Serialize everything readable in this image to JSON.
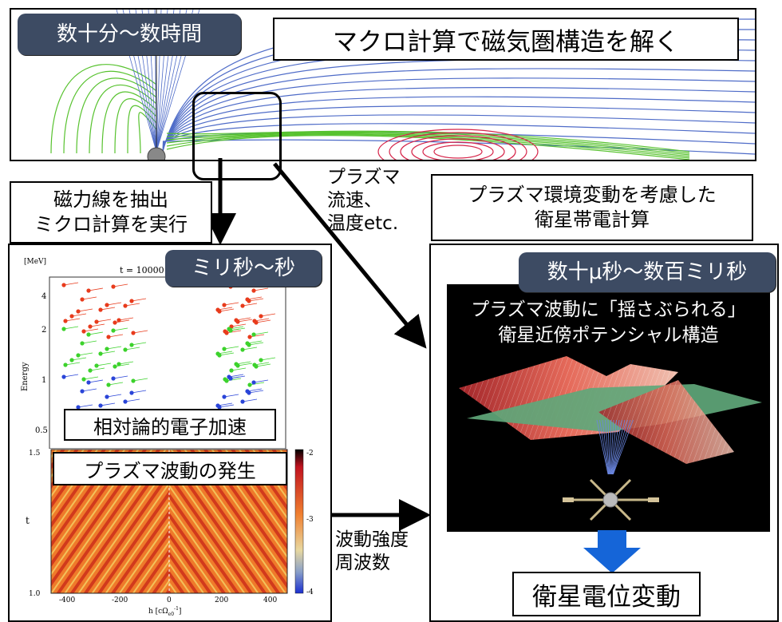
{
  "top": {
    "badge": "数十分〜数時間",
    "title": "マクロ計算で磁気圏構造を解く"
  },
  "left": {
    "extract_line1": "磁力線を抽出",
    "extract_line2": "ミクロ計算を実行",
    "badge": "ミリ秒〜秒",
    "upper_plot": {
      "unit": "[MeV]",
      "time_label": "t = 10000",
      "ylabel": "Energy",
      "yticks": [
        "4",
        "2",
        "1",
        "0.5"
      ],
      "caption": "相対論的電子加速"
    },
    "lower_plot": {
      "ylabel": "t",
      "yticks": [
        "1.5",
        "1.0"
      ],
      "xticks": [
        "-400",
        "-200",
        "0",
        "200",
        "400"
      ],
      "xlabel": "h [cΩ",
      "xlabel_sub": "e0",
      "xlabel_sup": "-1",
      "xlabel_end": "]",
      "colorbar_ticks": [
        "-2",
        "-3",
        "-4"
      ],
      "caption": "プラズマ波動の発生"
    }
  },
  "middle": {
    "plasma_line1": "プラズマ",
    "plasma_line2": "流速、",
    "plasma_line3": "温度etc.",
    "wave_line1": "波動強度",
    "wave_line2": "周波数"
  },
  "right": {
    "title_line1": "プラズマ環境変動を考慮した",
    "title_line2": "衛星帯電計算",
    "badge": "数十μ秒〜数百ミリ秒",
    "panel_line1": "プラズマ波動に「揺さぶられる」",
    "panel_line2": "衛星近傍ポテンシャル構造",
    "result": "衛星電位変動"
  },
  "colors": {
    "badge": "#3d4b63",
    "field_blue": "#4f6cc8",
    "field_green": "#57c22e",
    "field_red": "#d6254a",
    "arrow_blue": "#1565d8"
  }
}
